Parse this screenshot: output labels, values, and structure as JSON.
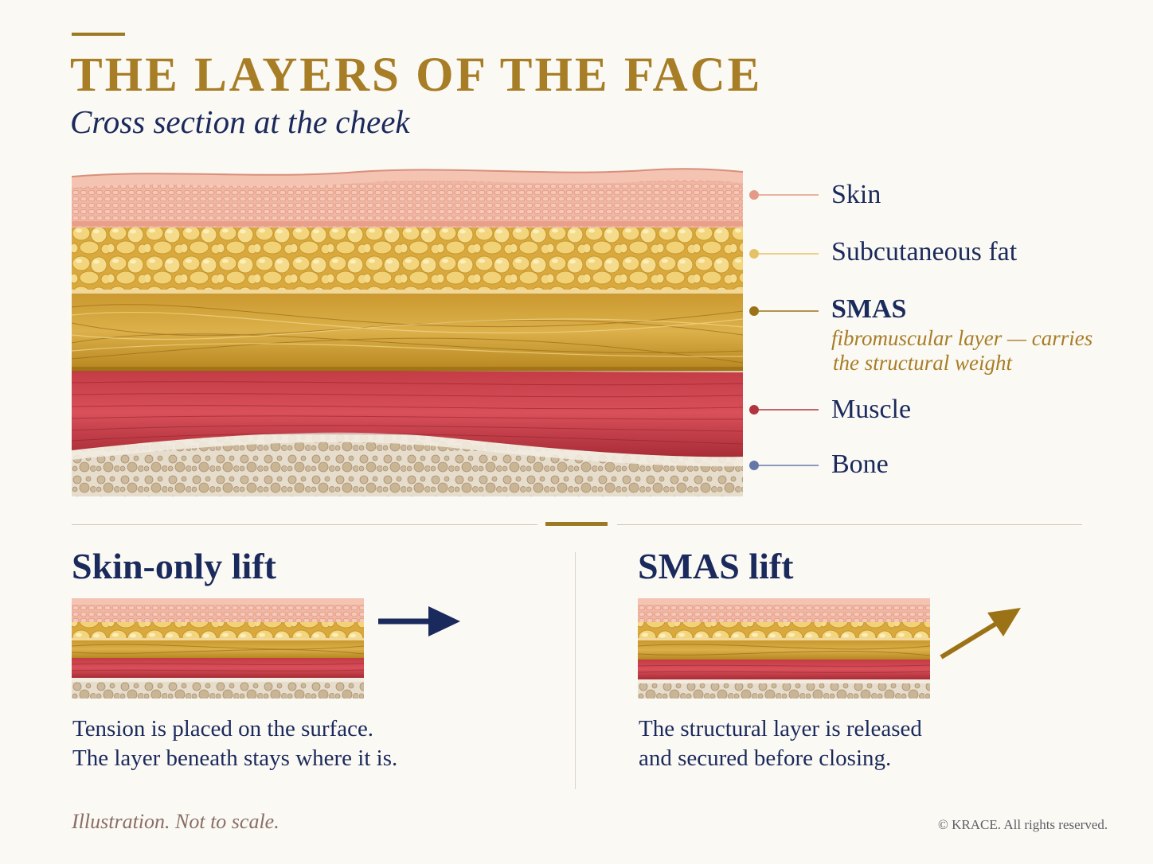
{
  "header": {
    "title": "THE LAYERS OF THE FACE",
    "subtitle": "Cross section at the cheek"
  },
  "layers": [
    {
      "name": "Skin",
      "color": "#e49a86"
    },
    {
      "name": "Subcutaneous fat",
      "color": "#e4c366"
    },
    {
      "name": "SMAS",
      "color": "#9c7216",
      "note_line1": "fibromuscular layer — carries",
      "note_line2": "the structural weight"
    },
    {
      "name": "Muscle",
      "color": "#b2343f"
    },
    {
      "name": "Bone",
      "color": "#6478a8"
    }
  ],
  "comparison": {
    "left": {
      "title": "Skin-only lift",
      "line1": "Tension is placed on the surface.",
      "line2": "The layer beneath stays where it is.",
      "arrow_color": "#1b2a5c",
      "arrow_direction": "right"
    },
    "right": {
      "title": "SMAS lift",
      "line1": "The structural layer is released",
      "line2": "and secured before closing.",
      "arrow_color": "#9c7216",
      "arrow_direction": "up-right"
    }
  },
  "footer": {
    "note": "Illustration. Not to scale.",
    "copyright": "© KRACE. All rights reserved."
  },
  "colors": {
    "gold": "#a77d26",
    "navy": "#1b2a5c",
    "background": "#fbf9f4"
  }
}
